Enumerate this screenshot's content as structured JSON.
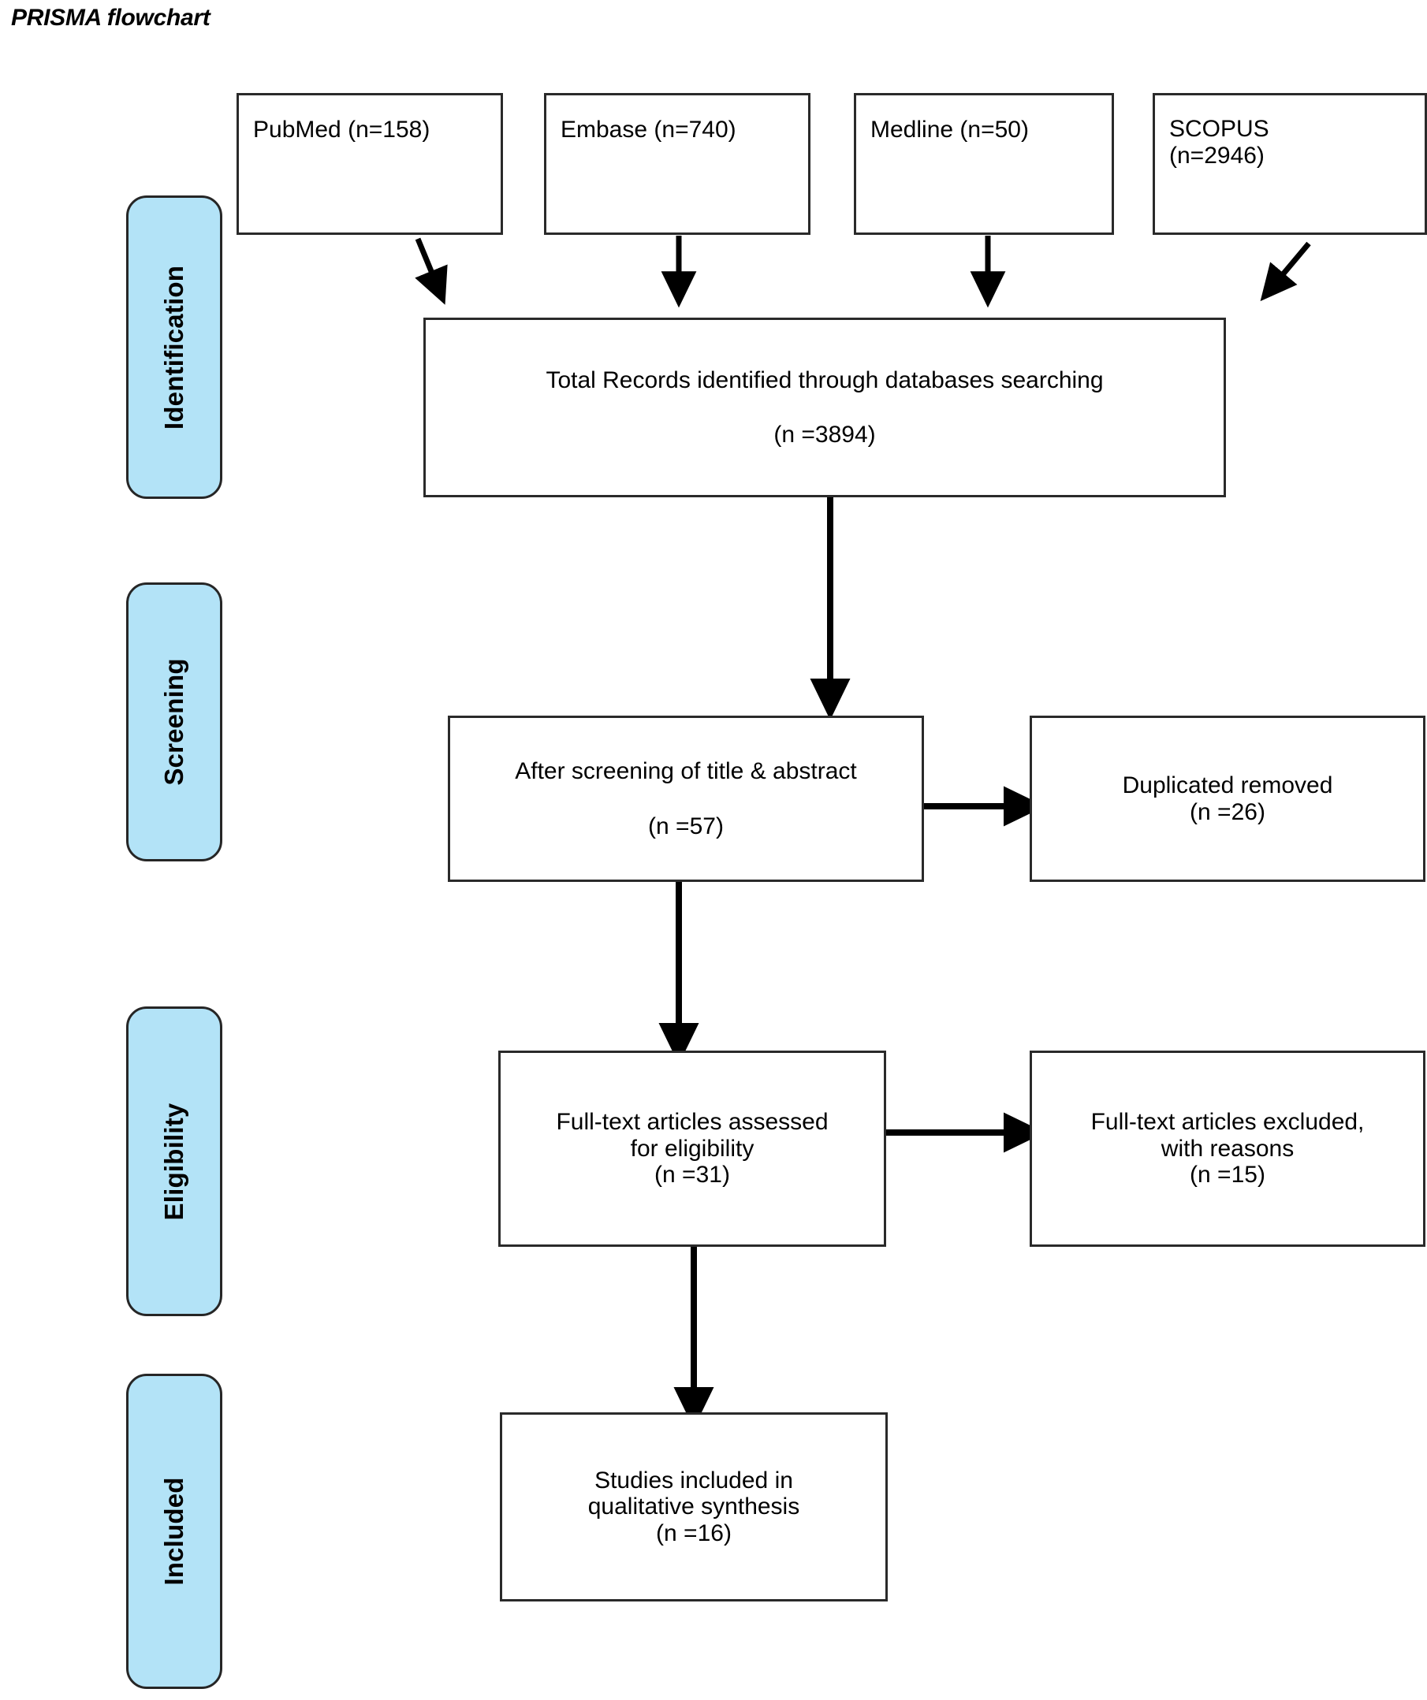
{
  "title": "PRISMA flowchart",
  "theme": {
    "stage_fill": "#b3e3f7",
    "stage_border": "#262626",
    "box_border": "#2a2a2a",
    "box_fill": "#ffffff",
    "text": "#000000"
  },
  "stages": [
    {
      "label": "Identification"
    },
    {
      "label": "Screening"
    },
    {
      "label": "Eligibility"
    },
    {
      "label": "Included"
    }
  ],
  "sources": [
    {
      "name": "pubmed",
      "line1": "PubMed (n=158)",
      "line2": ""
    },
    {
      "name": "embase",
      "line1": "Embase (n=740)",
      "line2": ""
    },
    {
      "name": "medline",
      "line1": "Medline (n=50)",
      "line2": ""
    },
    {
      "name": "scopus",
      "line1": "SCOPUS",
      "line2": "(n=2946)"
    }
  ],
  "boxes": {
    "total_records": {
      "line1": "Total Records identified through databases searching",
      "line2": "(n =3894)"
    },
    "after_screening": {
      "line1": "After screening of title & abstract",
      "line2": "(n =57)"
    },
    "duplicates_removed": {
      "line1": "Duplicated removed",
      "line2": "(n =26)"
    },
    "fulltext_assessed": {
      "line1": "Full-text articles assessed",
      "line2": "for eligibility",
      "line3": "(n =31)"
    },
    "fulltext_excluded": {
      "line1": "Full-text articles excluded,",
      "line2": "with reasons",
      "line3": "(n =15)"
    },
    "studies_included": {
      "line1": "Studies included in",
      "line2": "qualitative synthesis",
      "line3": "(n =16)"
    }
  },
  "chart_data": {
    "type": "diagram",
    "title": "PRISMA flowchart",
    "nodes": [
      {
        "id": "pubmed",
        "stage": "Identification",
        "label": "PubMed (n=158)",
        "n": 158
      },
      {
        "id": "embase",
        "stage": "Identification",
        "label": "Embase (n=740)",
        "n": 740
      },
      {
        "id": "medline",
        "stage": "Identification",
        "label": "Medline (n=50)",
        "n": 50
      },
      {
        "id": "scopus",
        "stage": "Identification",
        "label": "SCOPUS (n=2946)",
        "n": 2946
      },
      {
        "id": "total_records",
        "stage": "Identification",
        "label": "Total Records identified through databases searching",
        "n": 3894
      },
      {
        "id": "after_screening",
        "stage": "Screening",
        "label": "After screening of title & abstract",
        "n": 57
      },
      {
        "id": "duplicates_removed",
        "stage": "Screening",
        "label": "Duplicated removed",
        "n": 26
      },
      {
        "id": "fulltext_assessed",
        "stage": "Eligibility",
        "label": "Full-text articles assessed for eligibility",
        "n": 31
      },
      {
        "id": "fulltext_excluded",
        "stage": "Eligibility",
        "label": "Full-text articles excluded, with reasons",
        "n": 15
      },
      {
        "id": "studies_included",
        "stage": "Included",
        "label": "Studies included in qualitative synthesis",
        "n": 16
      }
    ],
    "edges": [
      {
        "from": "pubmed",
        "to": "total_records"
      },
      {
        "from": "embase",
        "to": "total_records"
      },
      {
        "from": "medline",
        "to": "total_records"
      },
      {
        "from": "scopus",
        "to": "total_records"
      },
      {
        "from": "total_records",
        "to": "after_screening"
      },
      {
        "from": "after_screening",
        "to": "duplicates_removed"
      },
      {
        "from": "after_screening",
        "to": "fulltext_assessed"
      },
      {
        "from": "fulltext_assessed",
        "to": "fulltext_excluded"
      },
      {
        "from": "fulltext_assessed",
        "to": "studies_included"
      }
    ]
  }
}
